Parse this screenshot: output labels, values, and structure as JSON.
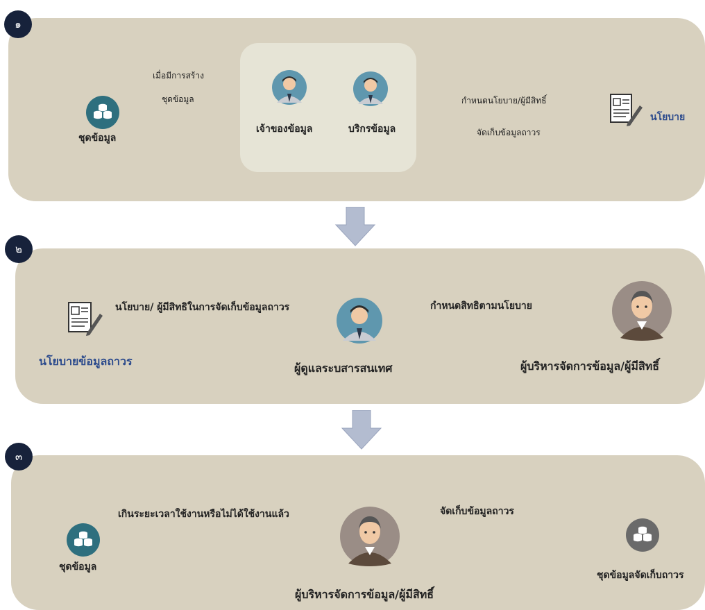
{
  "steps": [
    {
      "number": "๑",
      "dataset_label": "ชุดข้อมูล",
      "arrow1_label_line1": "เมื่อมีการสร้าง",
      "arrow1_label_line2": "ชุดข้อมูล",
      "owner_label": "เจ้าของข้อมูล",
      "service_label": "บริกรข้อมูล",
      "arrow2_label_top": "กำหนดนโยบาย/ผู้มีสิทธิ์",
      "arrow2_label_bottom": "จัดเก็บข้อมูลถาวร",
      "policy_label": "นโยบาย"
    },
    {
      "number": "๒",
      "policy_label": "นโยบายข้อมูลถาวร",
      "arrow1_label": "นโยบาย/ ผู้มีสิทธิในการจัดเก็บข้อมูลถาวร",
      "it_admin_label": "ผู้ดูแลระบสารสนเทศ",
      "arrow2_label": "กำหนดสิทธิตามนโยบาย",
      "manager_label": "ผู้บริหารจัดการข้อมูล/ผู้มีสิทธิ์"
    },
    {
      "number": "๓",
      "dataset_label": "ชุดข้อมูล",
      "arrow1_label": "เกินระยะเวลาใช้งานหรือไม่ได้ใช้งานแล้ว",
      "manager_label": "ผู้บริหารจัดการข้อมูล/ผู้มีสิทธิ์",
      "arrow2_label": "จัดเก็บข้อมูลถาวร",
      "archive_label": "ชุดข้อมูลจัดเก็บถาวร"
    }
  ],
  "icons": [
    "database-icon",
    "person-icon",
    "policy-document-icon",
    "manager-icon",
    "down-arrow-icon"
  ],
  "colors": {
    "panel": "#d8d1bf",
    "inner_panel": "#e6e4d6",
    "badge": "#17223b",
    "arrow": "#6f7fa8",
    "database_teal": "#2e6f7e",
    "database_gray": "#6a6a6a",
    "label_blue": "#2b4a8c"
  }
}
